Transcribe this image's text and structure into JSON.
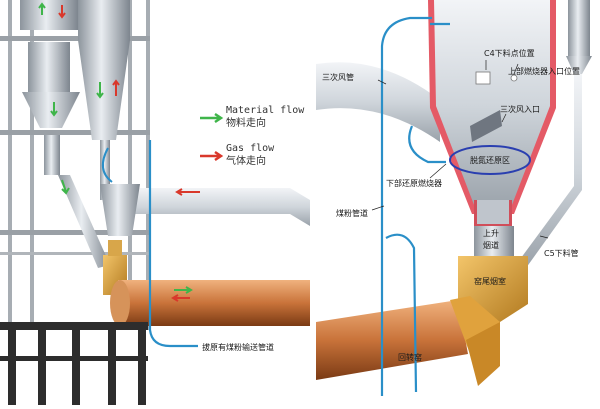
{
  "legend": {
    "material_flow_en": "Material flow",
    "material_flow_zh": "物料走向",
    "gas_flow_en": "Gas flow",
    "gas_flow_zh": "气体走向"
  },
  "left_panel": {
    "pipe_label": "拔原有煤粉输送管道"
  },
  "right_panel": {
    "c4_feed": "C4下料点位置",
    "upper_burner": "上部燃烧器入口位置",
    "tertiary_duct": "三次风管",
    "tertiary_inlet": "三次风入口",
    "reduction_zone": "脱氮还原区",
    "lower_burner": "下部还原燃烧器",
    "coal_duct": "煤粉管道",
    "riser_1": "上升",
    "riser_2": "烟道",
    "c5_down": "C5下料管",
    "kiln_hood": "窑尾烟室",
    "rotary_kiln": "回转窑"
  },
  "colors": {
    "material_arrow": "#3fb54a",
    "gas_arrow": "#d9382b",
    "duct_blue": "#2a8fc8",
    "kiln_orange": "#c9733a",
    "highlight_ellipse": "#2a3fb0"
  }
}
